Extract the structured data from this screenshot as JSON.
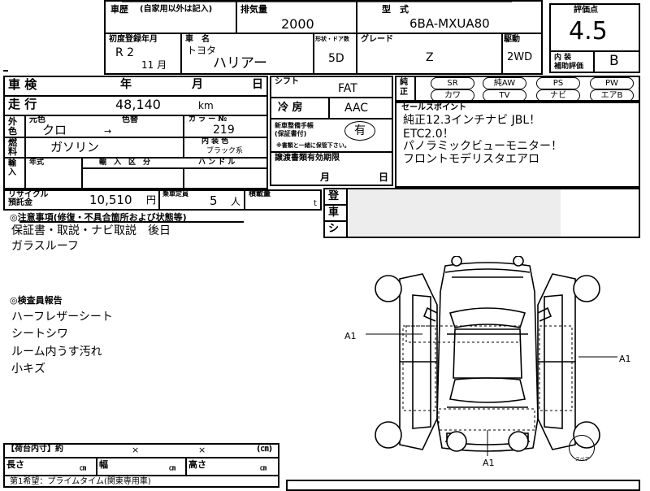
{
  "header": {
    "history_label": "車歴",
    "history_note": "(自家用以外は記入)",
    "displacement_label": "排気量",
    "displacement_value": "2000",
    "model_label": "型　式",
    "model_value": "6BA-MXUA80",
    "reg_label": "初度登録年月",
    "reg_year": "R 2",
    "reg_month": "11 月",
    "name_label": "車　名",
    "maker": "トヨタ",
    "car_name": "ハリアー",
    "doors_label": "形状・ドア数",
    "doors_value": "5D",
    "grade_label": "グレード",
    "grade_value": "Z",
    "drive_label": "駆動",
    "drive_value": "2WD"
  },
  "score": {
    "label": "評価点",
    "value": "4.5",
    "interior_label": "内 装\n補助評価",
    "interior_value": "B"
  },
  "inspection": {
    "label": "車 検",
    "year": "年",
    "month": "月",
    "day": "日"
  },
  "mileage": {
    "label": "走 行",
    "value": "48,140",
    "unit": "km"
  },
  "color": {
    "outer_label": "外色",
    "original_label": "元色",
    "color_no_label": "色替",
    "original_value": "クロ",
    "arrow": "→",
    "code_label": "カ ラ ー №",
    "code_value": "219",
    "interior_label": "内 装 色",
    "interior_value": "ブラック系"
  },
  "fuel": {
    "label": "燃料",
    "value": "ガソリン"
  },
  "import": {
    "label": "輸入",
    "year_label": "年式",
    "type_label": "輸　入　区　分",
    "handle_label": "ハ ン ド ル"
  },
  "recycle": {
    "label": "リサイクル\n預託金",
    "value": "10,510",
    "unit": "円",
    "capacity_label": "乗車定員",
    "capacity_value": "5",
    "capacity_unit": "人",
    "load_label": "積載量",
    "load_unit": "t"
  },
  "shift": {
    "label": "シフト",
    "value": "FAT"
  },
  "ac": {
    "label": "冷 房",
    "value": "AAC"
  },
  "warranty": {
    "label": "新車整備手帳\n(保証書付)",
    "value": "有",
    "note": "※書類と一緒に保管下さい。"
  },
  "transfer": {
    "label": "譲渡書類有効期限",
    "month": "月",
    "day": "日"
  },
  "equipment": {
    "label": "純正",
    "items": [
      "SR",
      "純AW",
      "PS",
      "PW",
      "カワ",
      "TV",
      "ナビ",
      "エアB"
    ]
  },
  "sales_points": {
    "label": "セールスポイント",
    "lines": [
      "純正12.3インチナビ JBL！",
      "ETC2.0！",
      "パノラミックビューモニター！",
      "フロントモデリスタエアロ"
    ]
  },
  "side_labels": [
    "登",
    "車",
    "シ"
  ],
  "notes": {
    "caution_title": "◎注意事項(修復・不具合箇所および状態等)",
    "caution_lines": [
      "保証書・取説・ナビ取説　後日",
      "ガラスルーフ"
    ],
    "inspector_title": "◎検査員報告",
    "inspector_lines": [
      "ハーフレザーシート",
      "シートシワ",
      "ルーム内うす汚れ",
      "小キズ"
    ]
  },
  "diagram": {
    "marks": [
      "A1",
      "A1",
      "A1"
    ],
    "spare_label": "スペア"
  },
  "cargo": {
    "title": "【荷台内寸】約",
    "times1": "×",
    "times2": "×",
    "unit": "(㎝)",
    "length_label": "長さ",
    "width_label": "幅",
    "height_label": "高さ",
    "cm": "㎝",
    "bottom_text": "第1希望：プライムタイム(関東専用車)"
  }
}
